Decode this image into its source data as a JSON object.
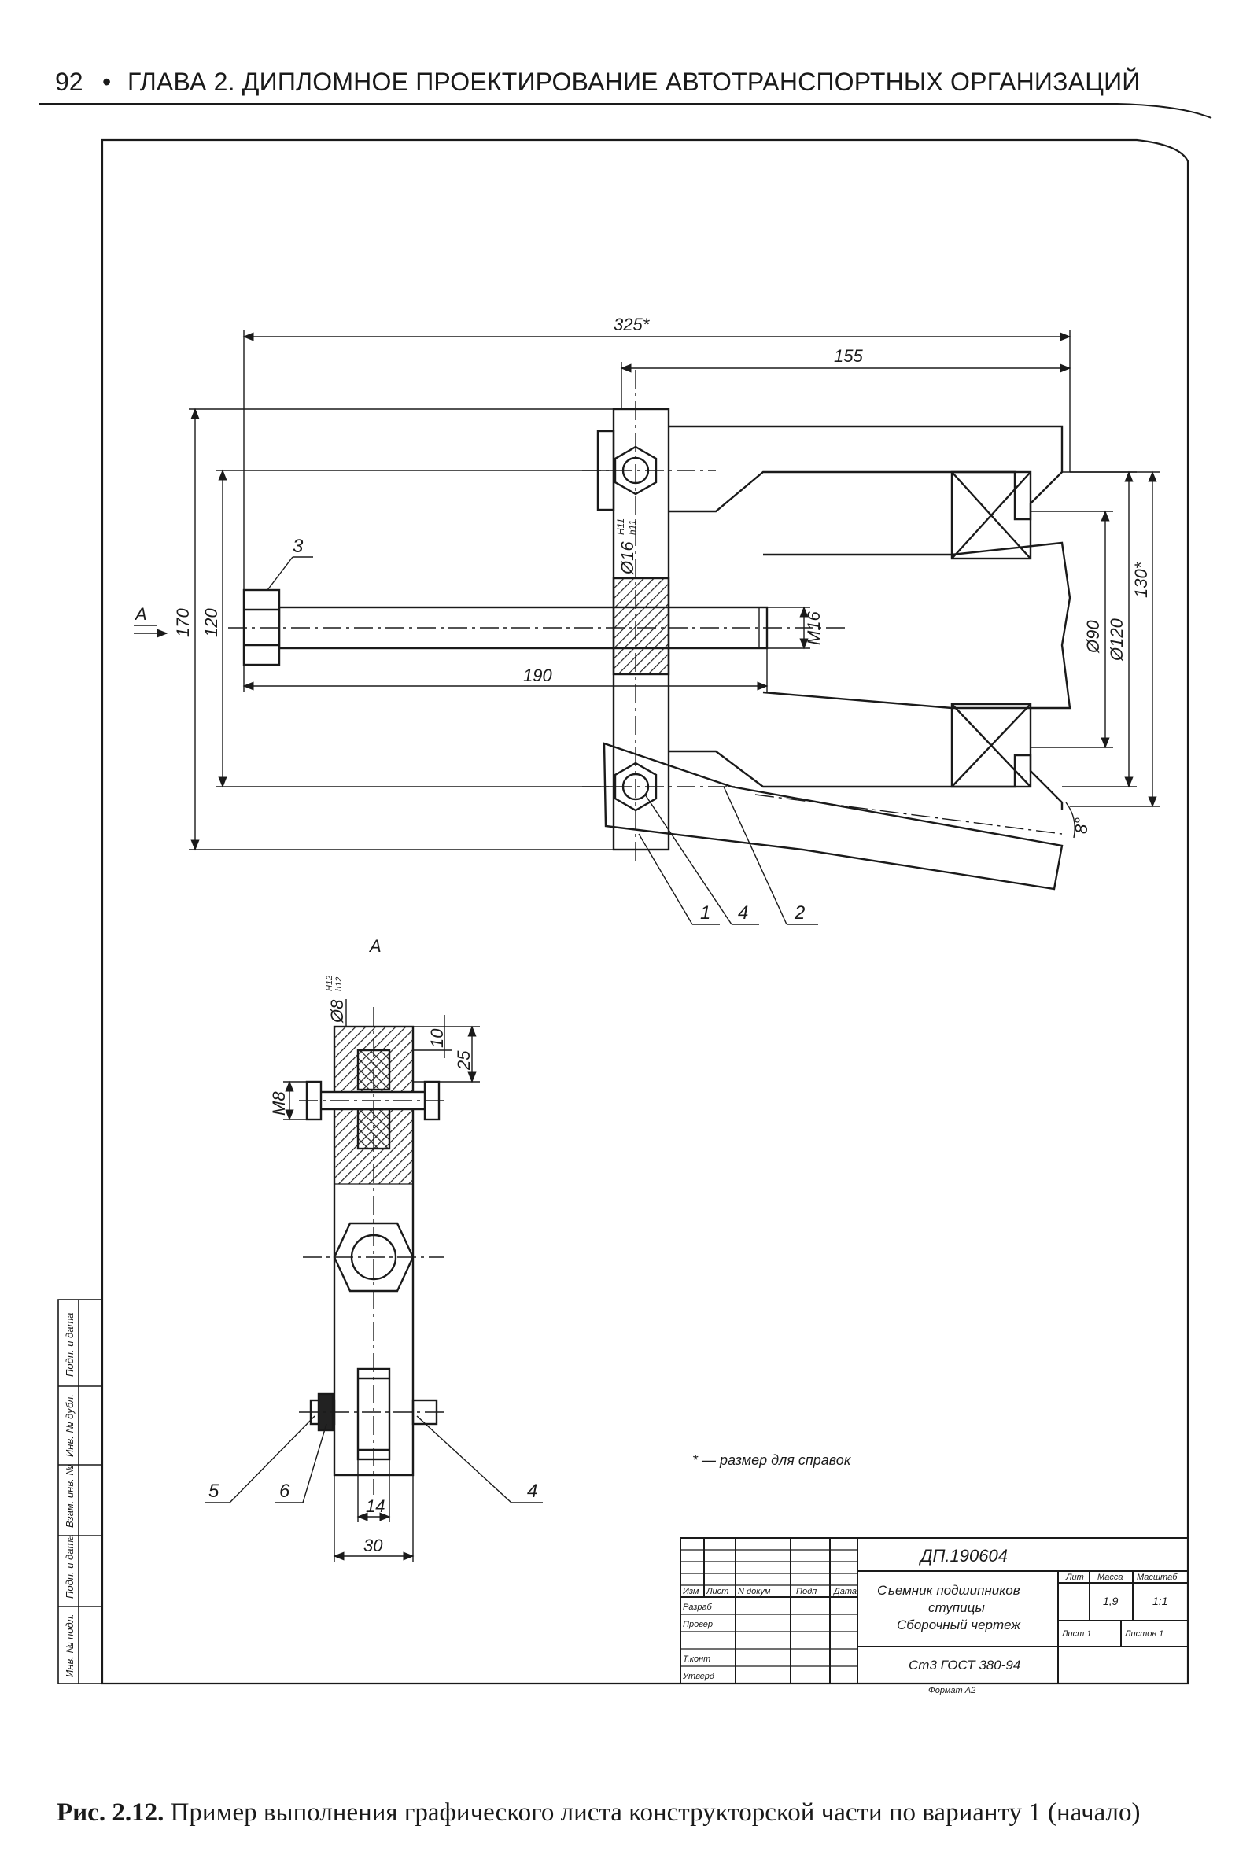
{
  "header": {
    "page_number": "92",
    "bullet": "•",
    "chapter_title": "ГЛАВА 2. ДИПЛОМНОЕ ПРОЕКТИРОВАНИЕ АВТОТРАНСПОРТНЫХ ОРГАНИЗАЦИЙ"
  },
  "main_view": {
    "dimensions": {
      "overall_length": "325*",
      "arm_length": "155",
      "height_outer": "170",
      "height_inner": "120",
      "bolt_length": "190",
      "thread": "M16",
      "bore_diameter": "Ø16",
      "bore_fit_top": "H11",
      "bore_fit_bottom": "h11",
      "diam_90": "Ø90",
      "diam_120": "Ø120",
      "ref_130": "130*",
      "angle": "8°"
    },
    "view_arrow_label": "A",
    "callouts": [
      "1",
      "4",
      "2",
      "3"
    ]
  },
  "view_a": {
    "title": "A",
    "dimensions": {
      "pin_diameter": "Ø8",
      "pin_fit_top": "H12",
      "pin_fit_bottom": "h12",
      "d10": "10",
      "d25": "25",
      "thread": "M8",
      "d14": "14",
      "d30": "30"
    },
    "callouts": [
      "5",
      "6",
      "4"
    ]
  },
  "note": "* — размер для справок",
  "title_block": {
    "document_code": "ДП.190604",
    "name_line1": "Съемник подшипников",
    "name_line2": "ступицы",
    "name_line3": "Сборочный чертеж",
    "material": "Ст3 ГОСТ 380-94",
    "col_headers": [
      "Изм",
      "Лист",
      "N докум",
      "Подп",
      "Дата"
    ],
    "row_labels": [
      "Разраб",
      "Провер",
      "Т.конт",
      "Утверд"
    ],
    "lit_label": "Лит",
    "mass_label": "Масса",
    "scale_label": "Масштаб",
    "mass_value": "1,9",
    "scale_value": "1:1",
    "sheet_label": "Лист 1",
    "sheets_label": "Листов 1",
    "format": "Формат А2"
  },
  "side_stamp": [
    "Инв. № подл.",
    "Подп. и дата",
    "Взам. инв. №",
    "Инв. № дубл.",
    "Подп. и дата"
  ],
  "caption": {
    "label": "Рис. 2.12.",
    "text": " Пример выполнения графического листа конструкторской части по варианту 1 (начало)"
  }
}
